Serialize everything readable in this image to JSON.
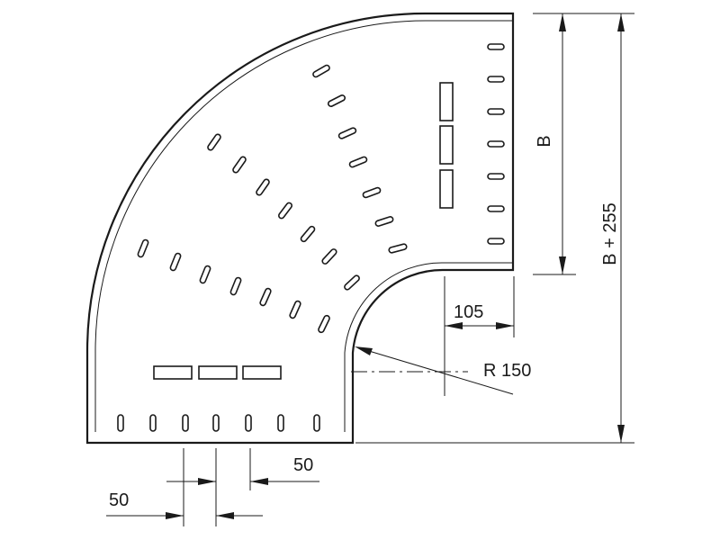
{
  "labels": {
    "dim_b": "B",
    "dim_b_plus": "B + 255",
    "dim_105": "105",
    "dim_radius": "R 150",
    "dim_50_upper": "50",
    "dim_50_lower": "50"
  }
}
